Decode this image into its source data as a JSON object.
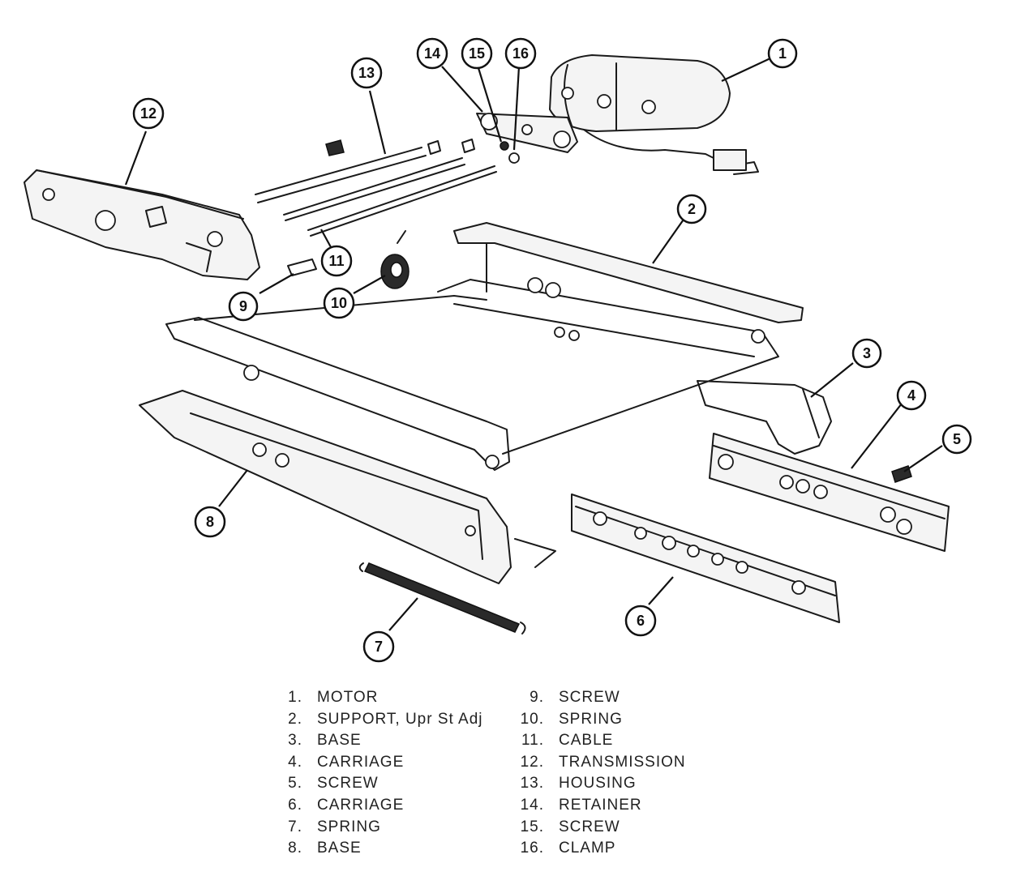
{
  "callouts": [
    "1",
    "2",
    "3",
    "4",
    "5",
    "6",
    "7",
    "8",
    "9",
    "10",
    "11",
    "12",
    "13",
    "14",
    "15",
    "16"
  ],
  "legend": [
    {
      "num": "1.",
      "label": "MOTOR"
    },
    {
      "num": "2.",
      "label": "SUPPORT, Upr St Adj"
    },
    {
      "num": "3.",
      "label": "BASE"
    },
    {
      "num": "4.",
      "label": "CARRIAGE"
    },
    {
      "num": "5.",
      "label": "SCREW"
    },
    {
      "num": "6.",
      "label": "CARRIAGE"
    },
    {
      "num": "7.",
      "label": "SPRING"
    },
    {
      "num": "8.",
      "label": "BASE"
    },
    {
      "num": "9.",
      "label": "SCREW"
    },
    {
      "num": "10.",
      "label": "SPRING"
    },
    {
      "num": "11.",
      "label": "CABLE"
    },
    {
      "num": "12.",
      "label": "TRANSMISSION"
    },
    {
      "num": "13.",
      "label": "HOUSING"
    },
    {
      "num": "14.",
      "label": "RETAINER"
    },
    {
      "num": "15.",
      "label": "SCREW"
    },
    {
      "num": "16.",
      "label": "CLAMP"
    }
  ]
}
